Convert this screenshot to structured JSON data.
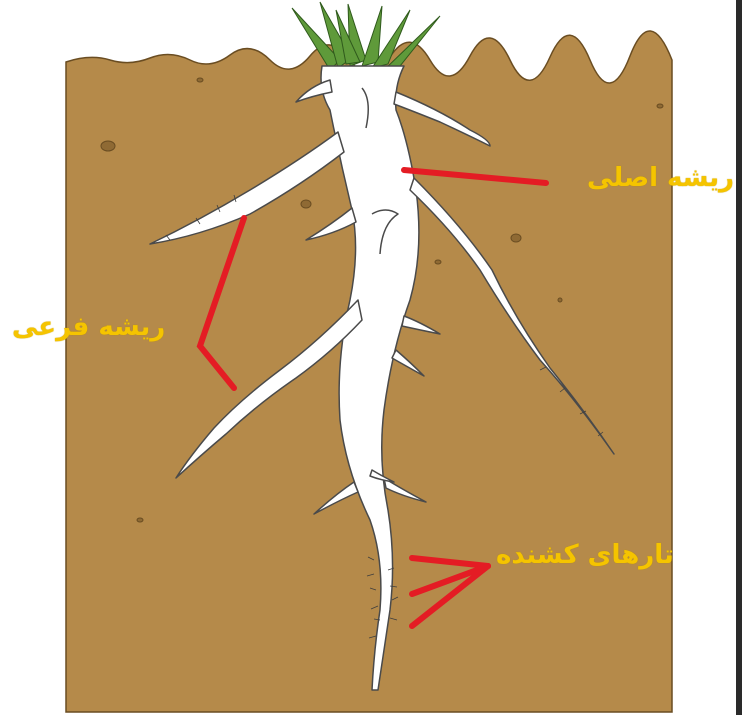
{
  "labels": {
    "main_root": "ریشه اصلی",
    "lateral_root": "ریشه فرعی",
    "root_hairs": "تارهای کشنده"
  },
  "colors": {
    "soil": "#b58a4a",
    "root": "#ffffff",
    "leaves": "#5f9a3a",
    "pointer_line": "#e41c24",
    "label_text": "#f5c400"
  },
  "icons": {
    "plant": "carrot-root-illustration"
  }
}
